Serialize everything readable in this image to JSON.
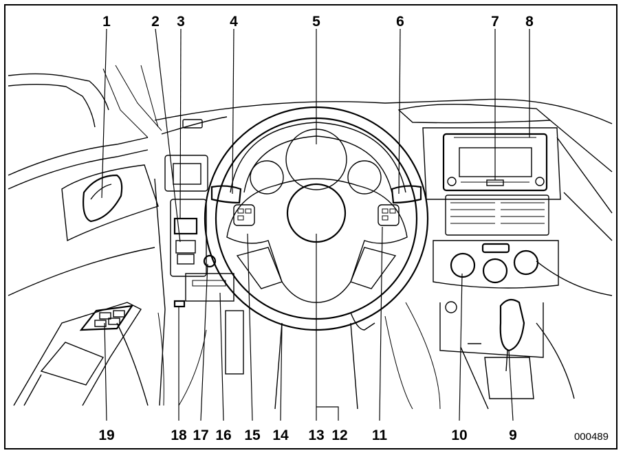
{
  "diagram": {
    "top_labels": [
      "1",
      "2",
      "3",
      "4",
      "5",
      "6",
      "7",
      "8"
    ],
    "bottom_labels": [
      "19",
      "18",
      "17",
      "16",
      "15",
      "14",
      "13",
      "12",
      "11",
      "10",
      "9"
    ],
    "figure_code": "000489"
  }
}
